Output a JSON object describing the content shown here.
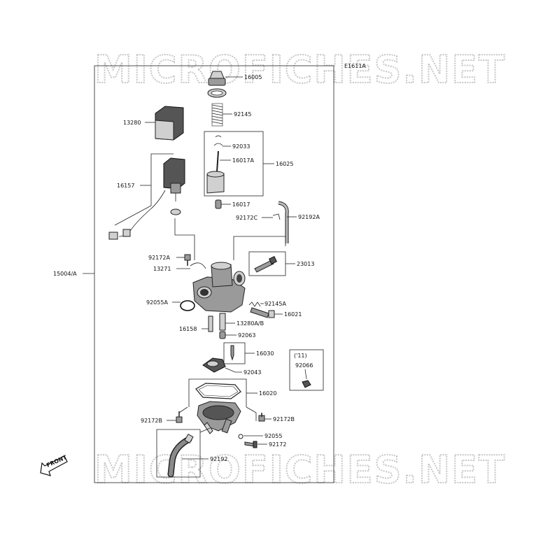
{
  "diagram_code": "E1611A",
  "watermark": "MICROFICHES.NET",
  "front_label": "FRONT",
  "year_note": "('11)",
  "labels": {
    "p16005": "16005",
    "p13280": "13280",
    "p92145": "92145",
    "p92033": "92033",
    "p16017A": "16017A",
    "p16025": "16025",
    "p16157": "16157",
    "p16017": "16017",
    "p92172C": "92172C",
    "p92192A": "92192A",
    "p92172A": "92172A",
    "p23013": "23013",
    "p13271": "13271",
    "p15004A": "15004/A",
    "p92055A": "92055A",
    "p92145A": "92145A",
    "p16021": "16021",
    "p16158": "16158",
    "p13280AB": "13280A/B",
    "p92063": "92063",
    "p16030": "16030",
    "p92066": "92066",
    "p92043": "92043",
    "p16020": "16020",
    "p92172B_left": "92172B",
    "p92172B_right": "92172B",
    "p92055": "92055",
    "p92172": "92172",
    "p92192": "92192"
  }
}
